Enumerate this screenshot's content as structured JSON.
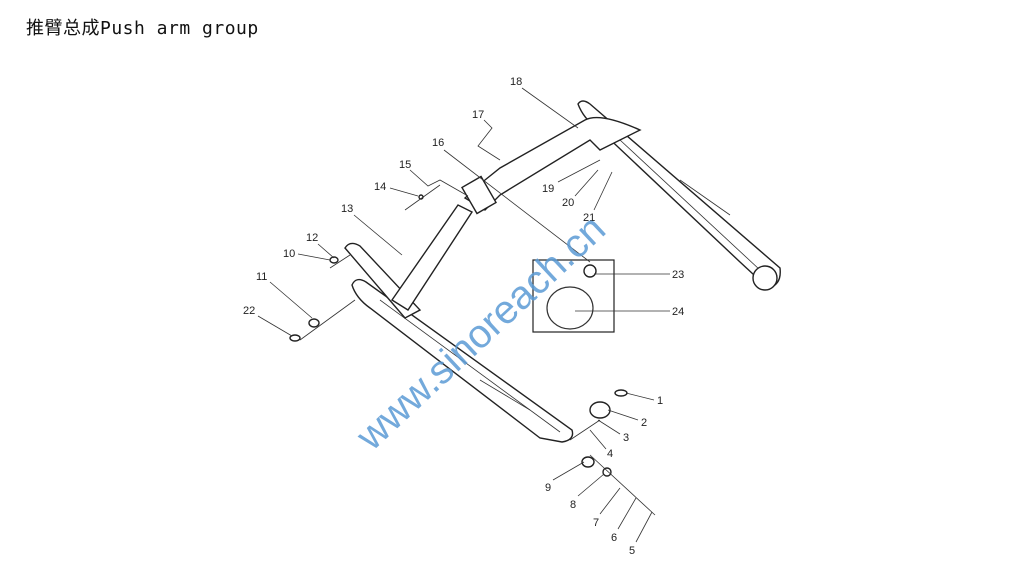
{
  "title": "推臂总成Push arm group",
  "watermark": "www.sinoreach.cn",
  "callouts": {
    "p1": "1",
    "p2": "2",
    "p3": "3",
    "p4": "4",
    "p5": "5",
    "p6": "6",
    "p7": "7",
    "p8": "8",
    "p9": "9",
    "p10": "10",
    "p11": "11",
    "p12": "12",
    "p13": "13",
    "p14": "14",
    "p15": "15",
    "p16": "16",
    "p17": "17",
    "p18": "18",
    "p19": "19",
    "p20": "20",
    "p21": "21",
    "p22": "22",
    "p23": "23",
    "p24": "24"
  }
}
